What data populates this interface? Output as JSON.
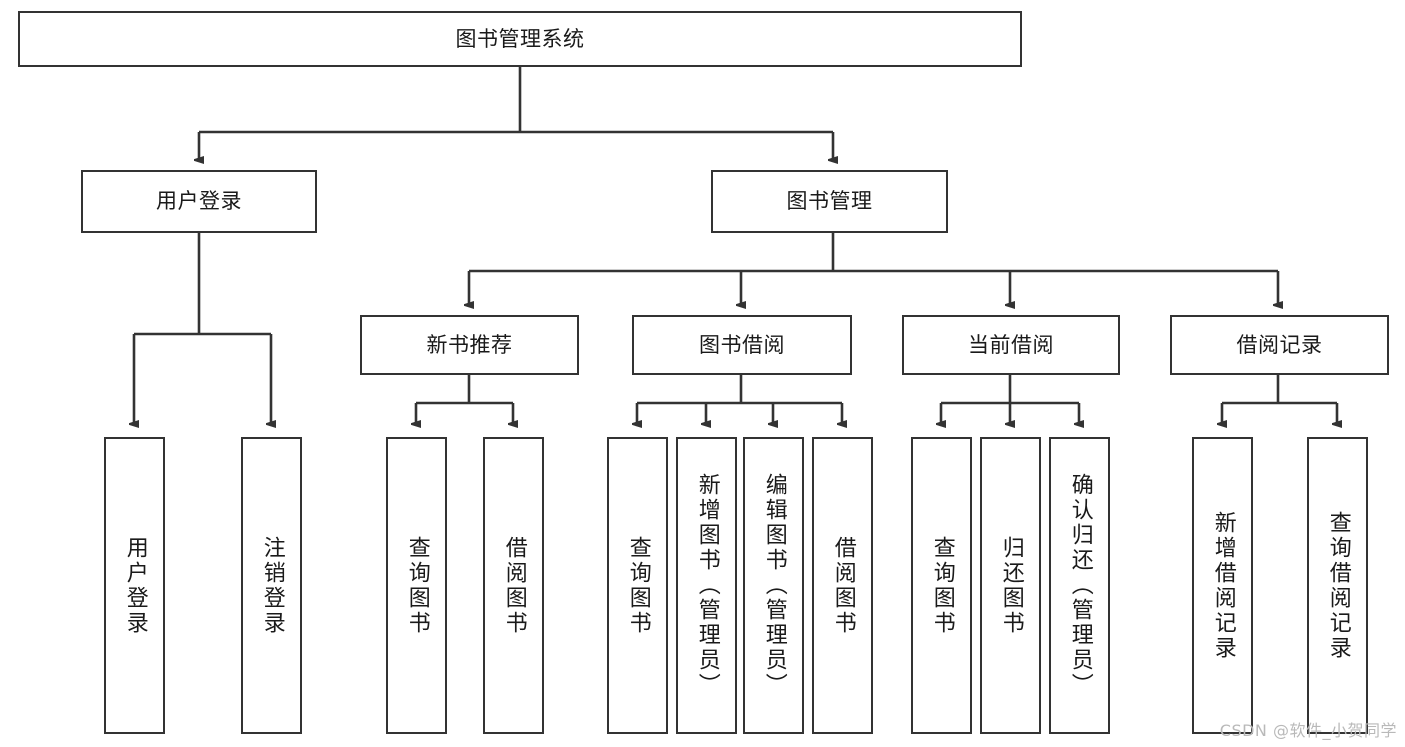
{
  "diagram": {
    "title_node": {
      "label": "图书管理系统"
    },
    "level1": [
      {
        "id": "user-login",
        "label": "用户登录"
      },
      {
        "id": "book-management",
        "label": "图书管理"
      }
    ],
    "level2": [
      {
        "id": "new-book-recommend",
        "label": "新书推荐"
      },
      {
        "id": "book-borrow",
        "label": "图书借阅"
      },
      {
        "id": "current-borrow",
        "label": "当前借阅"
      },
      {
        "id": "borrow-record",
        "label": "借阅记录"
      }
    ],
    "leaves": [
      {
        "id": "leaf-user-login",
        "label": "用户登录"
      },
      {
        "id": "leaf-logout-login",
        "label": "注销登录"
      },
      {
        "id": "leaf-query-book-1",
        "label": "查询图书"
      },
      {
        "id": "leaf-borrow-book-1",
        "label": "借阅图书"
      },
      {
        "id": "leaf-query-book-2",
        "label": "查询图书"
      },
      {
        "id": "leaf-add-book-admin",
        "label": "新增图书（管理员）"
      },
      {
        "id": "leaf-edit-book-admin",
        "label": "编辑图书（管理员）"
      },
      {
        "id": "leaf-borrow-book-2",
        "label": "借阅图书"
      },
      {
        "id": "leaf-query-book-3",
        "label": "查询图书"
      },
      {
        "id": "leaf-return-book",
        "label": "归还图书"
      },
      {
        "id": "leaf-confirm-return-admin",
        "label": "确认归还（管理员）"
      },
      {
        "id": "leaf-add-borrow-record",
        "label": "新增借阅记录"
      },
      {
        "id": "leaf-query-borrow-record",
        "label": "查询借阅记录"
      }
    ],
    "watermark": "CSDN @软件_小贺同学",
    "colors": {
      "stroke": "#333333",
      "background": "#ffffff",
      "text": "#1a1a1a",
      "watermark": "#b9b9b9"
    }
  }
}
